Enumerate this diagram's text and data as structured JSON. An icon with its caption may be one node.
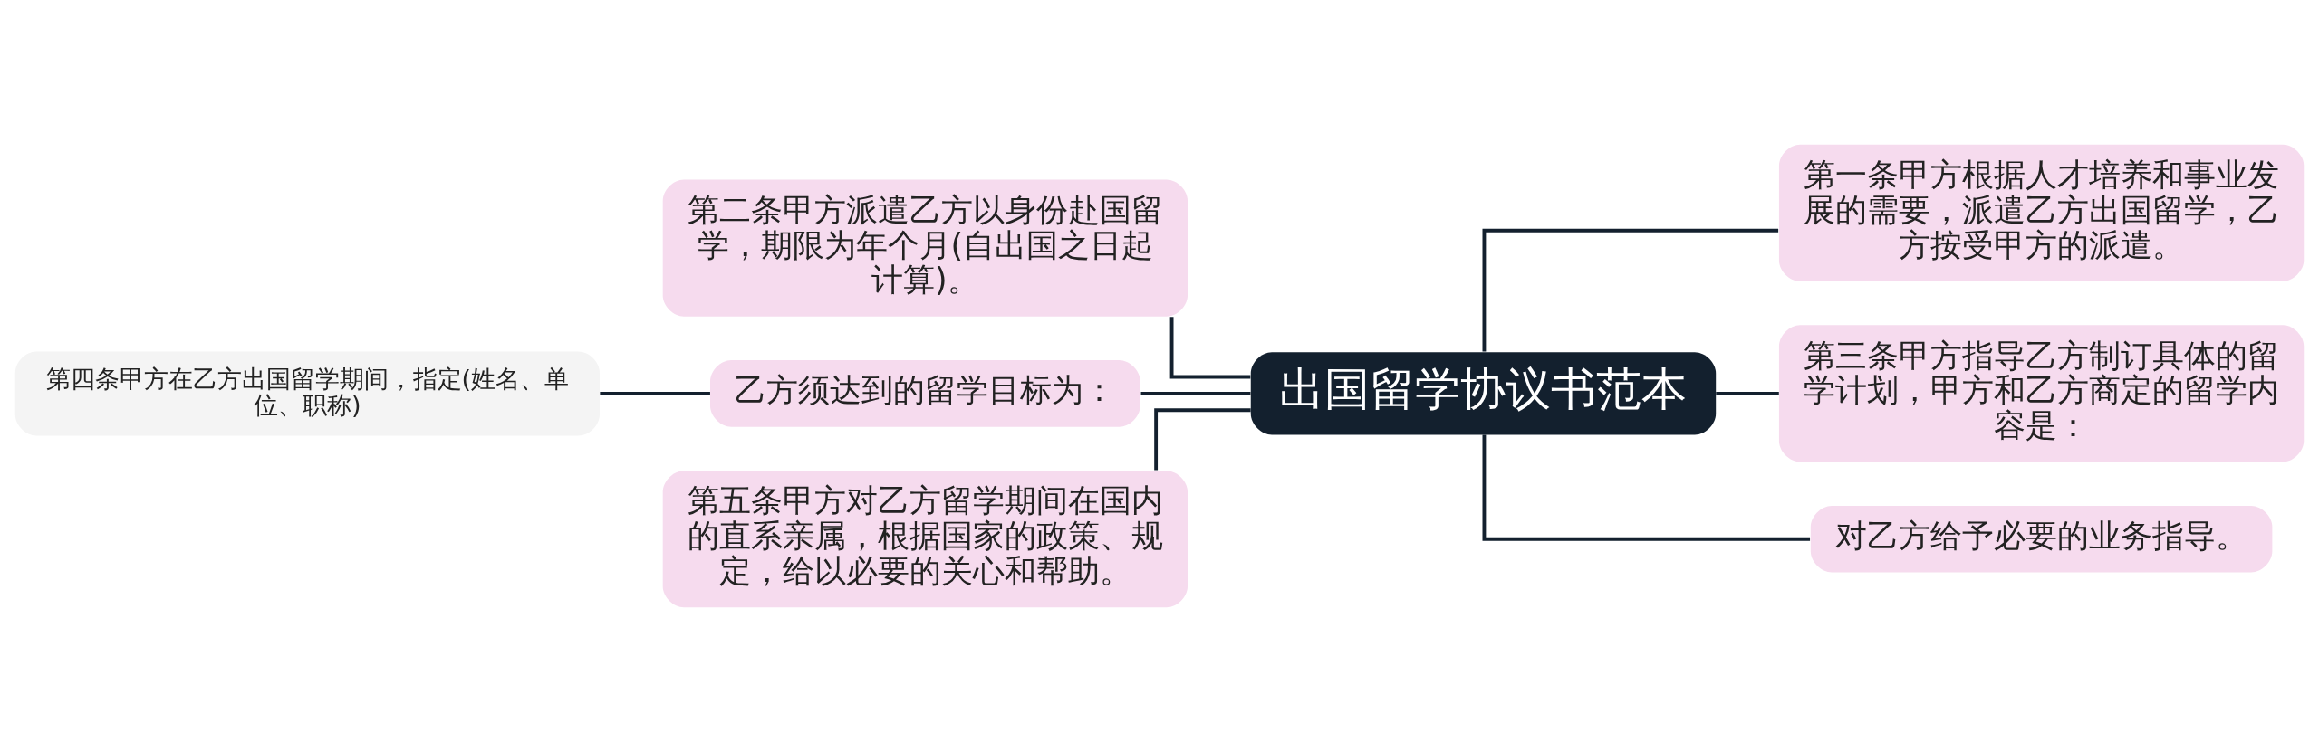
{
  "diagram": {
    "nodes": [
      {
        "text": [
          "出国留学协议书范本"
        ]
      },
      {
        "text": [
          "第二条甲方派遣乙方以身份赴国留学，期限为年个月(自出国之日起计算)。"
        ]
      },
      {
        "text": [
          "乙方须达到的留学目标为："
        ]
      },
      {
        "text": [
          "第四条甲方在乙方出国留学期间，指定(姓名、单位、职称)"
        ]
      },
      {
        "text": [
          "第五条甲方对乙方留学期间在国内的直系亲属，根据国家的政策、规定，给以必要的关心和帮助。"
        ]
      },
      {
        "text": [
          "第一条甲方根据人才培养和事业发展的需要，派遣乙方出国留学，乙方按受甲方的派遣。"
        ]
      },
      {
        "text": [
          "第三条甲方指导乙方制订具体的留学计划，甲方和乙方商定的留学内容是："
        ]
      },
      {
        "text": [
          "对乙方给予必要的业务指导。"
        ]
      }
    ],
    "edges": [
      {
        "from": 0,
        "to": 1,
        "arrow": "none"
      },
      {
        "from": 0,
        "to": 2,
        "arrow": "none"
      },
      {
        "from": 2,
        "to": 3,
        "arrow": "none"
      },
      {
        "from": 0,
        "to": 4,
        "arrow": "none"
      },
      {
        "from": 0,
        "to": 5,
        "arrow": "none"
      },
      {
        "from": 0,
        "to": 6,
        "arrow": "none"
      },
      {
        "from": 0,
        "to": 7,
        "arrow": "none"
      }
    ]
  }
}
